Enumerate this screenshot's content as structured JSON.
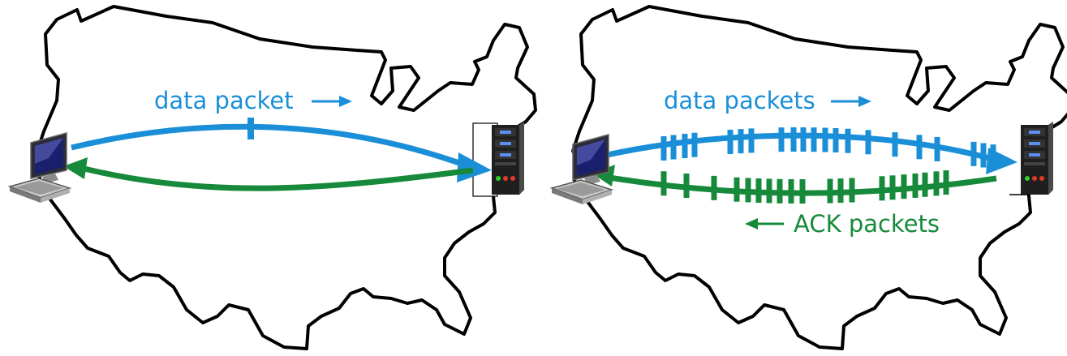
{
  "left_panel": {
    "label": "data packet",
    "blue_packet_count": 1
  },
  "right_panel": {
    "blue_label": "data packets",
    "green_label": "ACK packets",
    "blue_packet_count": 21,
    "green_packet_count": 20
  },
  "icons": [
    "desktop-computer-icon",
    "server-tower-icon"
  ],
  "colors": {
    "data": "#1a8fd8",
    "ack": "#168a3a",
    "map_outline": "#000000"
  }
}
